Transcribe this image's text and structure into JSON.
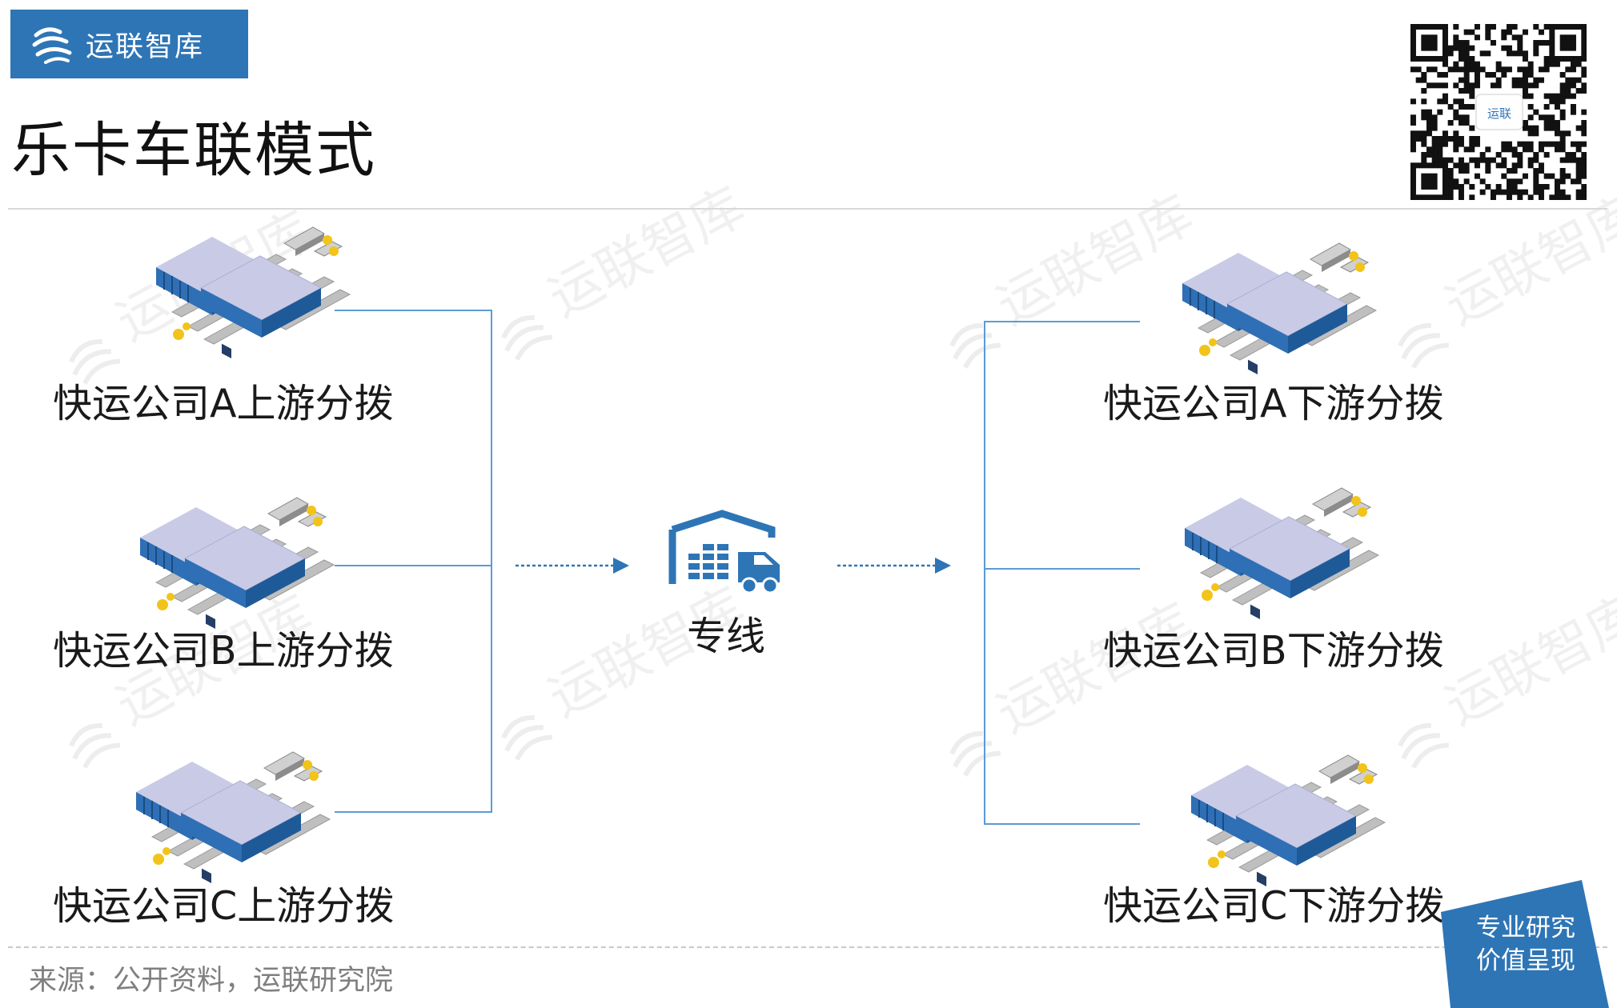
{
  "header": {
    "brand": "运联智库",
    "title": "乐卡车联模式",
    "qr_label": "运联"
  },
  "watermark": "运联智库",
  "nodes": {
    "upstream": [
      {
        "label": "快运公司A上游分拨",
        "icon": "warehouse-hub-icon"
      },
      {
        "label": "快运公司B上游分拨",
        "icon": "warehouse-hub-icon"
      },
      {
        "label": "快运公司C上游分拨",
        "icon": "warehouse-hub-icon"
      }
    ],
    "center": {
      "label": "专线",
      "icon": "truck-depot-icon"
    },
    "downstream": [
      {
        "label": "快运公司A下游分拨",
        "icon": "warehouse-hub-icon"
      },
      {
        "label": "快运公司B下游分拨",
        "icon": "warehouse-hub-icon"
      },
      {
        "label": "快运公司C下游分拨",
        "icon": "warehouse-hub-icon"
      }
    ]
  },
  "footer": {
    "source": "来源：公开资料，运联研究院",
    "badge_line1": "专业研究",
    "badge_line2": "价值呈现"
  },
  "colors": {
    "brand_blue": "#2e75b6",
    "connector": "#5b9bd5",
    "hub_top": "#c9cbe6",
    "hub_side": "#2e6fb5",
    "rail": "#bfbfbf",
    "forklift": "#f2c419"
  }
}
